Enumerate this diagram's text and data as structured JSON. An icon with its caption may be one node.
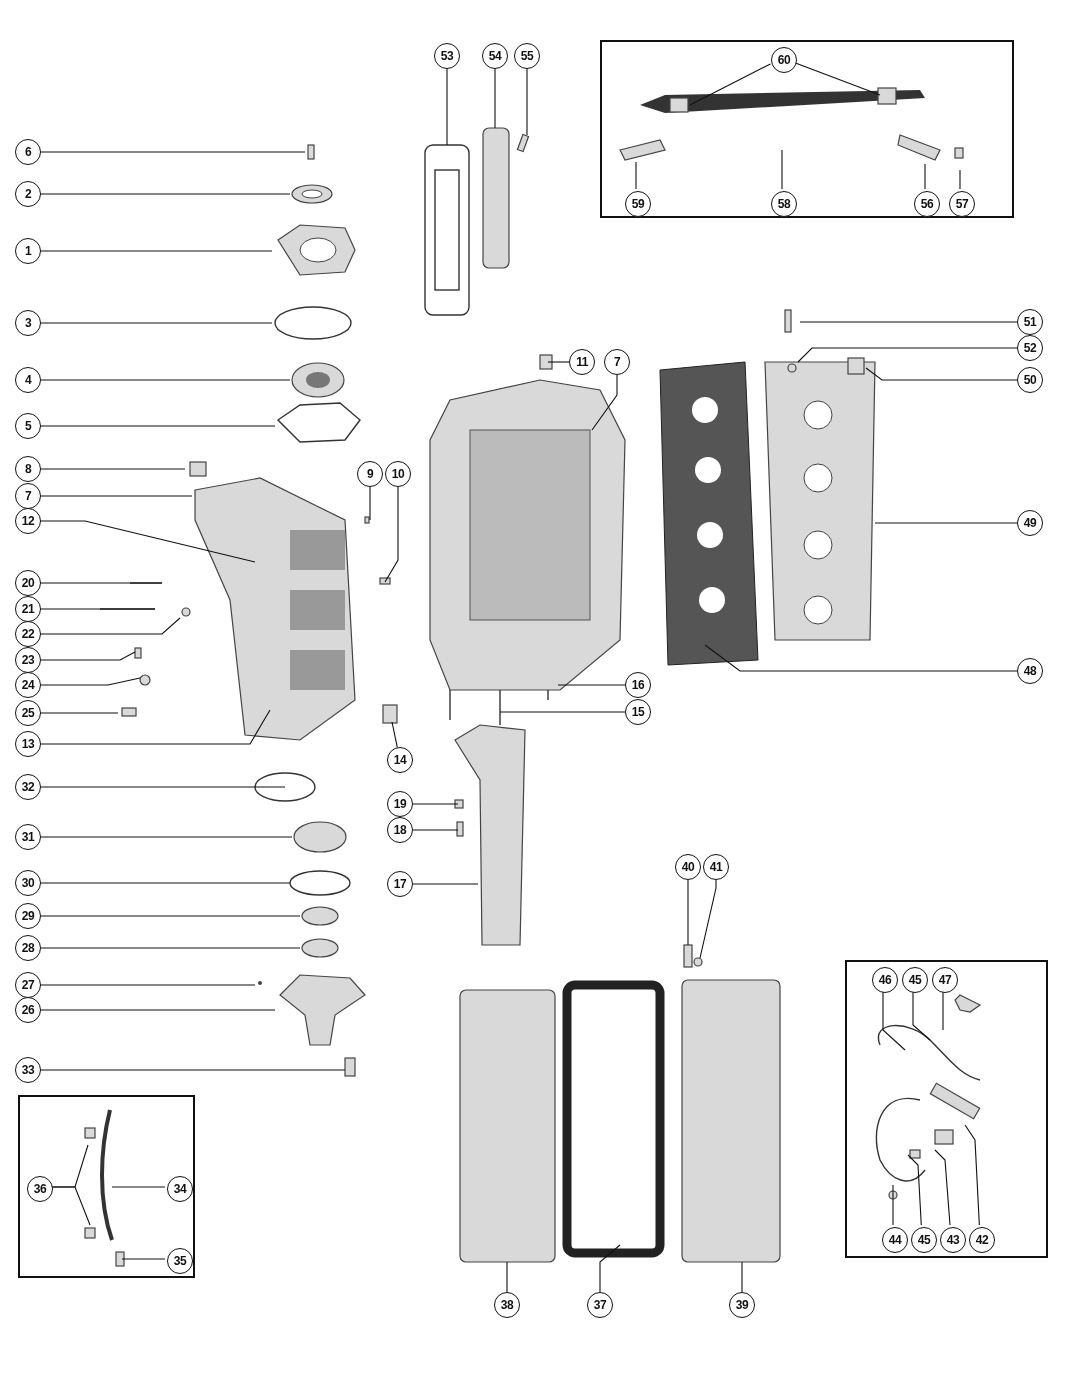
{
  "diagram": {
    "nodes": [
      {
        "text": [],
        "shape": "box"
      },
      {
        "text": [
          "60"
        ],
        "in": 0
      },
      {
        "text": [
          "59"
        ],
        "in": 0
      },
      {
        "text": [
          "58"
        ],
        "in": 0
      },
      {
        "text": [
          "56"
        ],
        "in": 0
      },
      {
        "text": [
          "57"
        ],
        "in": 0
      },
      {
        "text": [
          "53"
        ]
      },
      {
        "text": [
          "54"
        ]
      },
      {
        "text": [
          "55"
        ]
      },
      {
        "text": [
          "6"
        ]
      },
      {
        "text": [
          "2"
        ]
      },
      {
        "text": [
          "1"
        ]
      },
      {
        "text": [
          "3"
        ]
      },
      {
        "text": [
          "4"
        ]
      },
      {
        "text": [
          "5"
        ]
      },
      {
        "text": [
          "8"
        ]
      },
      {
        "text": [
          "7"
        ]
      },
      {
        "text": [
          "12"
        ]
      },
      {
        "text": [
          "9"
        ]
      },
      {
        "text": [
          "10"
        ]
      },
      {
        "text": [
          "11"
        ]
      },
      {
        "text": [
          "7"
        ]
      },
      {
        "text": [
          "51"
        ]
      },
      {
        "text": [
          "52"
        ]
      },
      {
        "text": [
          "50"
        ]
      },
      {
        "text": [
          "49"
        ]
      },
      {
        "text": [
          "20"
        ]
      },
      {
        "text": [
          "21"
        ]
      },
      {
        "text": [
          "22"
        ]
      },
      {
        "text": [
          "23"
        ]
      },
      {
        "text": [
          "24"
        ]
      },
      {
        "text": [
          "25"
        ]
      },
      {
        "text": [
          "13"
        ]
      },
      {
        "text": [
          "14"
        ]
      },
      {
        "text": [
          "16"
        ]
      },
      {
        "text": [
          "15"
        ]
      },
      {
        "text": [
          "48"
        ]
      },
      {
        "text": [
          "32"
        ]
      },
      {
        "text": [
          "19"
        ]
      },
      {
        "text": [
          "18"
        ]
      },
      {
        "text": [
          "31"
        ]
      },
      {
        "text": [
          "30"
        ]
      },
      {
        "text": [
          "17"
        ]
      },
      {
        "text": [
          "29"
        ]
      },
      {
        "text": [
          "28"
        ]
      },
      {
        "text": [
          "40"
        ]
      },
      {
        "text": [
          "41"
        ]
      },
      {
        "text": [
          "27"
        ]
      },
      {
        "text": [
          "26"
        ]
      },
      {
        "text": [],
        "shape": "box"
      },
      {
        "text": [
          "46"
        ],
        "in": 49
      },
      {
        "text": [
          "45"
        ],
        "in": 49
      },
      {
        "text": [
          "47"
        ],
        "in": 49
      },
      {
        "text": [
          "33"
        ]
      },
      {
        "text": [],
        "shape": "box"
      },
      {
        "text": [
          "36"
        ],
        "in": 54
      },
      {
        "text": [
          "34"
        ],
        "in": 54
      },
      {
        "text": [
          "35"
        ],
        "in": 54
      },
      {
        "text": [
          "44"
        ],
        "in": 49
      },
      {
        "text": [
          "45"
        ],
        "in": 49
      },
      {
        "text": [
          "43"
        ],
        "in": 49
      },
      {
        "text": [
          "42"
        ],
        "in": 49
      },
      {
        "text": [
          "38"
        ]
      },
      {
        "text": [
          "37"
        ]
      },
      {
        "text": [
          "39"
        ]
      }
    ],
    "edges": [
      {
        "from": 1,
        "to": null,
        "arrow": "none"
      },
      {
        "from": 1,
        "to": null,
        "arrow": "none"
      },
      {
        "from": 2,
        "to": null,
        "arrow": "none"
      },
      {
        "from": 3,
        "to": null,
        "arrow": "none"
      },
      {
        "from": 4,
        "to": null,
        "arrow": "none"
      },
      {
        "from": 5,
        "to": null,
        "arrow": "none"
      },
      {
        "from": 6,
        "to": null,
        "arrow": "none"
      },
      {
        "from": 7,
        "to": null,
        "arrow": "none"
      },
      {
        "from": 8,
        "to": null,
        "arrow": "none"
      },
      {
        "from": 9,
        "to": null,
        "arrow": "none"
      },
      {
        "from": 10,
        "to": null,
        "arrow": "none"
      },
      {
        "from": 11,
        "to": null,
        "arrow": "none"
      },
      {
        "from": 12,
        "to": null,
        "arrow": "none"
      },
      {
        "from": 13,
        "to": null,
        "arrow": "none"
      },
      {
        "from": 14,
        "to": null,
        "arrow": "none"
      },
      {
        "from": 15,
        "to": null,
        "arrow": "none"
      },
      {
        "from": 16,
        "to": null,
        "arrow": "none"
      },
      {
        "from": 17,
        "to": null,
        "arrow": "none"
      },
      {
        "from": 18,
        "to": null,
        "arrow": "none"
      },
      {
        "from": 19,
        "to": null,
        "arrow": "none"
      },
      {
        "from": 20,
        "to": null,
        "arrow": "none"
      },
      {
        "from": 21,
        "to": null,
        "arrow": "none"
      },
      {
        "from": 22,
        "to": null,
        "arrow": "none"
      },
      {
        "from": 23,
        "to": null,
        "arrow": "none"
      },
      {
        "from": 24,
        "to": null,
        "arrow": "none"
      },
      {
        "from": 25,
        "to": null,
        "arrow": "none"
      },
      {
        "from": 26,
        "to": null,
        "arrow": "none"
      },
      {
        "from": 27,
        "to": null,
        "arrow": "none"
      },
      {
        "from": 28,
        "to": null,
        "arrow": "none"
      },
      {
        "from": 29,
        "to": null,
        "arrow": "none"
      },
      {
        "from": 30,
        "to": null,
        "arrow": "none"
      },
      {
        "from": 31,
        "to": null,
        "arrow": "none"
      },
      {
        "from": 32,
        "to": null,
        "arrow": "none"
      },
      {
        "from": 33,
        "to": null,
        "arrow": "none"
      },
      {
        "from": 34,
        "to": null,
        "arrow": "none"
      },
      {
        "from": 35,
        "to": null,
        "arrow": "none"
      },
      {
        "from": 36,
        "to": null,
        "arrow": "none"
      },
      {
        "from": 37,
        "to": null,
        "arrow": "none"
      },
      {
        "from": 38,
        "to": null,
        "arrow": "none"
      },
      {
        "from": 39,
        "to": null,
        "arrow": "none"
      },
      {
        "from": 40,
        "to": null,
        "arrow": "none"
      },
      {
        "from": 41,
        "to": null,
        "arrow": "none"
      },
      {
        "from": 42,
        "to": null,
        "arrow": "none"
      },
      {
        "from": 43,
        "to": null,
        "arrow": "none"
      },
      {
        "from": 44,
        "to": null,
        "arrow": "none"
      },
      {
        "from": 45,
        "to": null,
        "arrow": "none"
      },
      {
        "from": 46,
        "to": null,
        "arrow": "none"
      },
      {
        "from": 47,
        "to": null,
        "arrow": "none"
      },
      {
        "from": 48,
        "to": null,
        "arrow": "none"
      },
      {
        "from": 50,
        "to": null,
        "arrow": "none"
      },
      {
        "from": 51,
        "to": null,
        "arrow": "none"
      },
      {
        "from": 52,
        "to": null,
        "arrow": "none"
      },
      {
        "from": 53,
        "to": null,
        "arrow": "none"
      },
      {
        "from": 55,
        "to": null,
        "arrow": "none"
      },
      {
        "from": 55,
        "to": null,
        "arrow": "none"
      },
      {
        "from": 56,
        "to": null,
        "arrow": "none"
      },
      {
        "from": 57,
        "to": null,
        "arrow": "none"
      },
      {
        "from": 58,
        "to": null,
        "arrow": "none"
      },
      {
        "from": 59,
        "to": null,
        "arrow": "none"
      },
      {
        "from": 60,
        "to": null,
        "arrow": "none"
      },
      {
        "from": 61,
        "to": null,
        "arrow": "none"
      },
      {
        "from": 62,
        "to": null,
        "arrow": "none"
      },
      {
        "from": 63,
        "to": null,
        "arrow": "none"
      },
      {
        "from": 64,
        "to": null,
        "arrow": "none"
      }
    ]
  }
}
